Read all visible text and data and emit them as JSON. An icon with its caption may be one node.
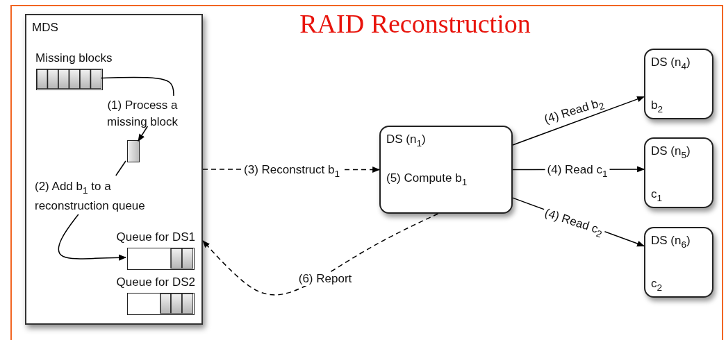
{
  "diagram": {
    "title": "RAID Reconstruction",
    "nodes": [
      {
        "text": [
          "MDS"
        ]
      },
      {
        "text": [
          "Missing blocks"
        ],
        "in": 0
      },
      {
        "text": [
          "(1) Process a missing block"
        ],
        "in": 0
      },
      {
        "text": [],
        "shape": "box",
        "in": 0
      },
      {
        "text": [
          "(2) Add b$_{1}$ to a reconstruction queue"
        ],
        "in": 0
      },
      {
        "text": [
          "Queue for DS1"
        ],
        "in": 0
      },
      {
        "text": [
          "Queue for DS2"
        ],
        "in": 0
      },
      {
        "text": [
          "DS (n$_{1}$)",
          "(5) Compute b$_{1}$"
        ]
      },
      {
        "text": [
          "DS (n$_{4}$)",
          "b$_{2}$"
        ]
      },
      {
        "text": [
          "DS (n$_{5}$)",
          "c$_{1}$"
        ]
      },
      {
        "text": [
          "DS (n$_{6}$)",
          "c$_{2}$"
        ]
      }
    ],
    "edges": [
      {
        "from": 1,
        "to": 2,
        "arrow": "none"
      },
      {
        "from": 2,
        "to": 3,
        "arrow": "to"
      },
      {
        "from": 3,
        "to": 4,
        "arrow": "none"
      },
      {
        "from": 4,
        "to": 5,
        "arrow": "to"
      },
      {
        "from": 0,
        "to": 7,
        "arrow": "to",
        "label": "(3) Reconstruct b$_{1}$",
        "style": "dashed"
      },
      {
        "from": 7,
        "to": 8,
        "arrow": "to",
        "label": "(4) Read b$_{2}$"
      },
      {
        "from": 7,
        "to": 9,
        "arrow": "to",
        "label": "(4) Read c$_{1}$"
      },
      {
        "from": 7,
        "to": 10,
        "arrow": "to",
        "label": "(4) Read c$_{2}$"
      },
      {
        "from": 7,
        "to": 0,
        "arrow": "to",
        "label": "(6) Report",
        "style": "dashed"
      }
    ]
  }
}
